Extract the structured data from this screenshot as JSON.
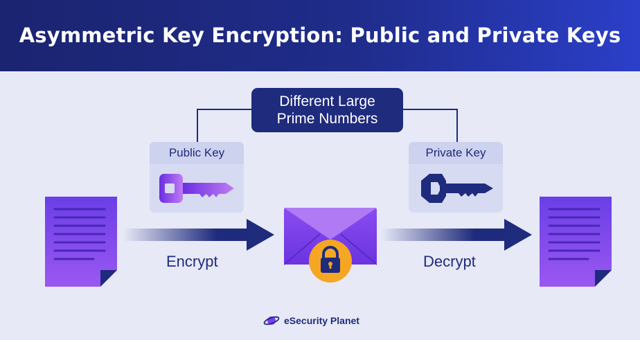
{
  "title": "Asymmetric Key Encryption: Public and Private Keys",
  "prime_box": {
    "line1": "Different Large",
    "line2": "Prime Numbers"
  },
  "public_key": {
    "label": "Public Key"
  },
  "private_key": {
    "label": "Private Key"
  },
  "encrypt_label": "Encrypt",
  "decrypt_label": "Decrypt",
  "brand": {
    "name": "eSecurity Planet"
  },
  "colors": {
    "header_start": "#1b2470",
    "header_end": "#2b3fc9",
    "navy": "#1f2b7c",
    "purple": "#7b3ff2",
    "lock_orange": "#f5a623",
    "background": "#e7e9f6"
  }
}
